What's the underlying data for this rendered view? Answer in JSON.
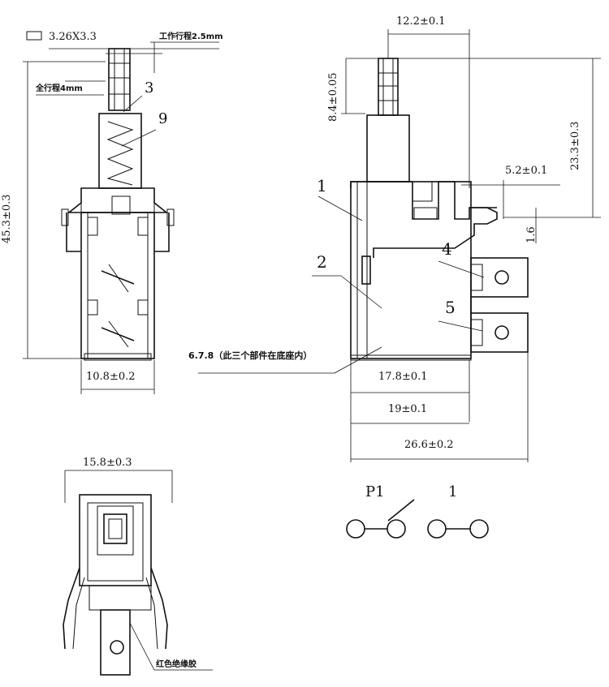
{
  "labels": {
    "box_dim": "3.26X3.3",
    "work_travel": "工作行程2.5mm",
    "full_travel": "全行程4mm",
    "callout_3": "3",
    "callout_9": "9",
    "height_total": "45.3±0.3",
    "width_front": "10.8±0.2",
    "width_bottom": "15.8±0.3",
    "insulation": "红色绝缘胶",
    "dim_12_2": "12.2±0.1",
    "dim_8_4": "8.4±0.05",
    "dim_23_3": "23.3±0.3",
    "dim_5_2": "5.2±0.1",
    "dim_1_6": "1.6",
    "callout_1": "1",
    "callout_2": "2",
    "callout_4": "4",
    "callout_5": "5",
    "parts_note": "6.7.8（此三个部件在底座内）",
    "dim_17_8": "17.8±0.1",
    "dim_19": "19±0.1",
    "dim_26_6": "26.6±0.2",
    "schematic_p1": "P1",
    "schematic_1": "1"
  }
}
